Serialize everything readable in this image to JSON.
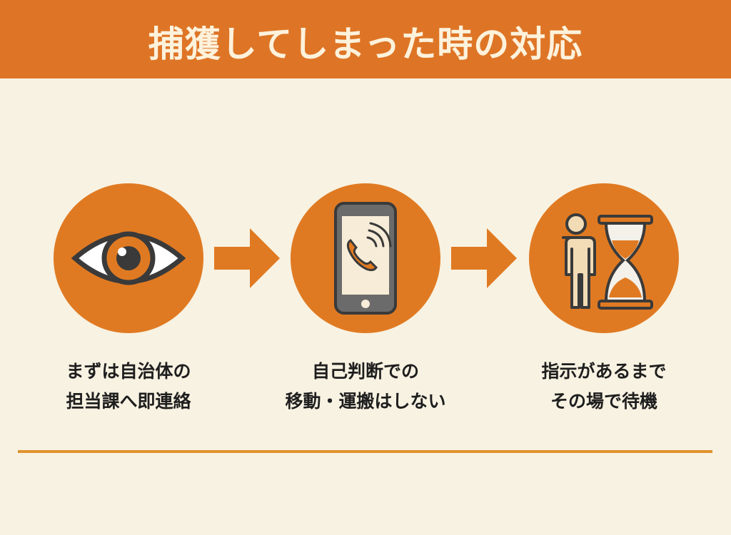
{
  "header": {
    "title": "捕獲してしまった時の対応"
  },
  "steps": [
    {
      "icon": "eye-icon",
      "line1": "まずは自治体の",
      "line2": "担当課へ即連絡"
    },
    {
      "icon": "smartphone-call-icon",
      "line1": "自己判断での",
      "line2": "移動・運搬はしない"
    },
    {
      "icon": "person-hourglass-icon",
      "line1": "指示があるまで",
      "line2": "その場で待機"
    }
  ],
  "colors": {
    "accent": "#e07a22",
    "header": "#de7526",
    "background": "#f8f2e2"
  }
}
